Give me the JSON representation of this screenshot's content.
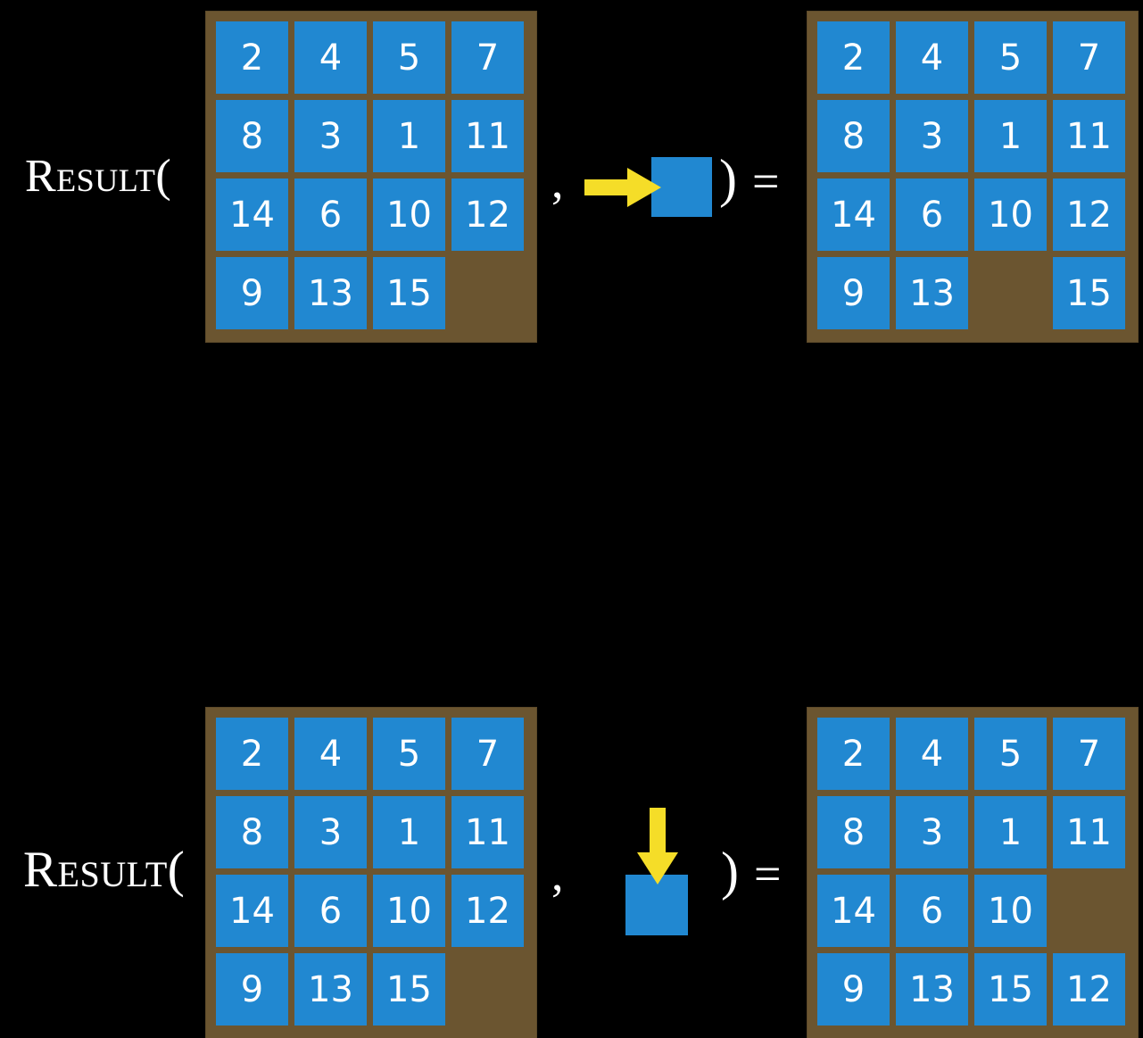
{
  "page": {
    "background_color": "#000000",
    "tile_color": "#2188d1",
    "frame_color": "#6b5530",
    "arrow_color": "#f5dd28",
    "text_color": "#ffffff"
  },
  "rows": [
    {
      "id": "row-1",
      "label": "Result(",
      "comma": ",",
      "close_paren": ")",
      "equals": "=",
      "move": {
        "direction": "right",
        "arrow_icon": "arrow-right-icon"
      },
      "input_board": {
        "columns": 4,
        "rows": 4,
        "tiles": [
          [
            "2",
            "4",
            "5",
            "7"
          ],
          [
            "8",
            "3",
            "1",
            "11"
          ],
          [
            "14",
            "6",
            "10",
            "12"
          ],
          [
            "9",
            "13",
            "15",
            ""
          ]
        ]
      },
      "output_board": {
        "columns": 4,
        "rows": 4,
        "tiles": [
          [
            "2",
            "4",
            "5",
            "7"
          ],
          [
            "8",
            "3",
            "1",
            "11"
          ],
          [
            "14",
            "6",
            "10",
            "12"
          ],
          [
            "9",
            "13",
            "",
            "15"
          ]
        ]
      }
    },
    {
      "id": "row-2",
      "label": "Result(",
      "comma": ",",
      "close_paren": ")",
      "equals": "=",
      "move": {
        "direction": "down",
        "arrow_icon": "arrow-down-icon"
      },
      "input_board": {
        "columns": 4,
        "rows": 4,
        "tiles": [
          [
            "2",
            "4",
            "5",
            "7"
          ],
          [
            "8",
            "3",
            "1",
            "11"
          ],
          [
            "14",
            "6",
            "10",
            "12"
          ],
          [
            "9",
            "13",
            "15",
            ""
          ]
        ]
      },
      "output_board": {
        "columns": 4,
        "rows": 4,
        "tiles": [
          [
            "2",
            "4",
            "5",
            "7"
          ],
          [
            "8",
            "3",
            "1",
            "11"
          ],
          [
            "14",
            "6",
            "10",
            ""
          ],
          [
            "9",
            "13",
            "15",
            "12"
          ]
        ]
      }
    }
  ]
}
